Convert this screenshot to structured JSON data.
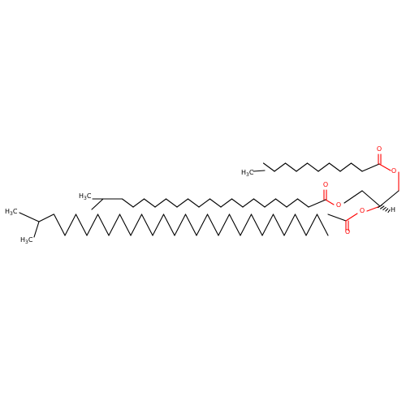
{
  "molecule": {
    "colors": {
      "bond": "#000000",
      "oxygen": "#ff0000",
      "background": "#ffffff"
    },
    "atom_labels": {
      "ester1_carbonyl_O": "O",
      "ester1_link_O": "O",
      "ester2_carbonyl_O": "O",
      "ester2_link_O": "O",
      "ester3_carbonyl_O": "O",
      "ester3_link_O": "O",
      "stereo_H": "H",
      "chain1_terminal": {
        "main": "H",
        "sub": "3",
        "tail": "C"
      },
      "chain2_methyl": {
        "main": "H",
        "sub": "3",
        "tail": "C"
      },
      "chain3_terminal": {
        "main": "H",
        "sub": "3",
        "tail": "C"
      },
      "chain3_methyl": {
        "main": "H",
        "sub": "3",
        "tail": "C"
      }
    }
  }
}
